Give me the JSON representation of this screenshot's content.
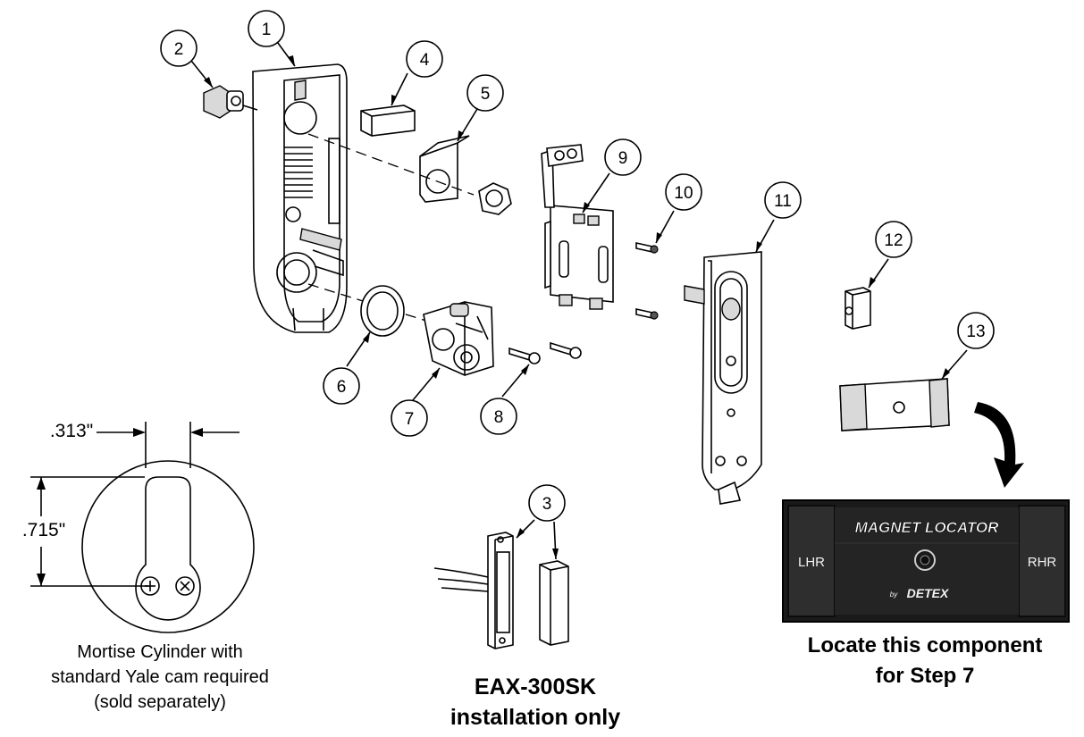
{
  "callouts": [
    "1",
    "2",
    "3",
    "4",
    "5",
    "6",
    "7",
    "8",
    "9",
    "10",
    "11",
    "12",
    "13"
  ],
  "dimensions": {
    "width_label": ".313\"",
    "height_label": ".715\""
  },
  "cylinder_caption": {
    "line1": "Mortise Cylinder with",
    "line2": "standard Yale cam required",
    "line3": "(sold separately)"
  },
  "kit_caption": {
    "line1": "EAX-300SK",
    "line2": "installation only"
  },
  "magnet_locator": {
    "title": "MAGNET LOCATOR",
    "left_label": "LHR",
    "right_label": "RHR",
    "brand_prefix": "by",
    "brand": "DETEX"
  },
  "locate_caption": {
    "line1": "Locate this component",
    "line2": "for Step 7"
  }
}
